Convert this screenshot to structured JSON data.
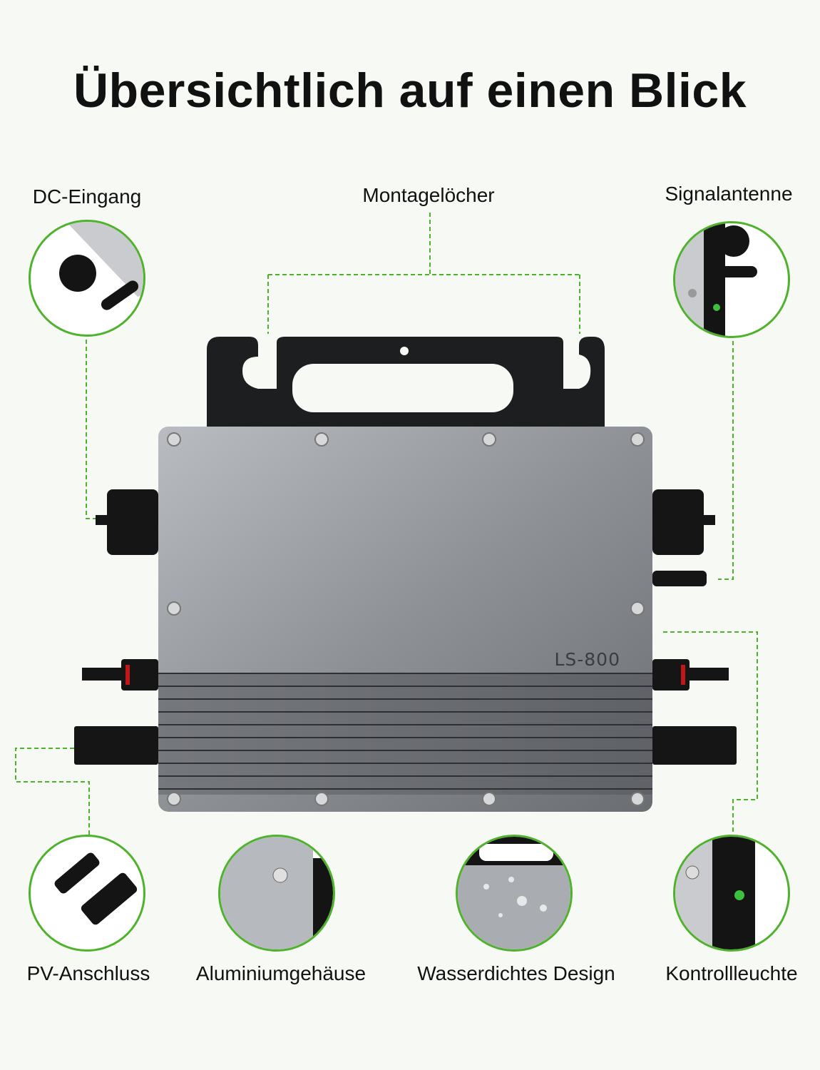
{
  "title": "Übersichtlich auf einen Blick",
  "model_label": "LS-800",
  "accent_color": "#4fb22c",
  "features": {
    "dc_input": "DC-Eingang",
    "mounting_holes": "Montagelöcher",
    "antenna": "Signalantenne",
    "pv_connector": "PV-Anschluss",
    "housing": "Aluminiumgehäuse",
    "waterproof": "Wasserdichtes Design",
    "indicator": "Kontrollleuchte"
  }
}
